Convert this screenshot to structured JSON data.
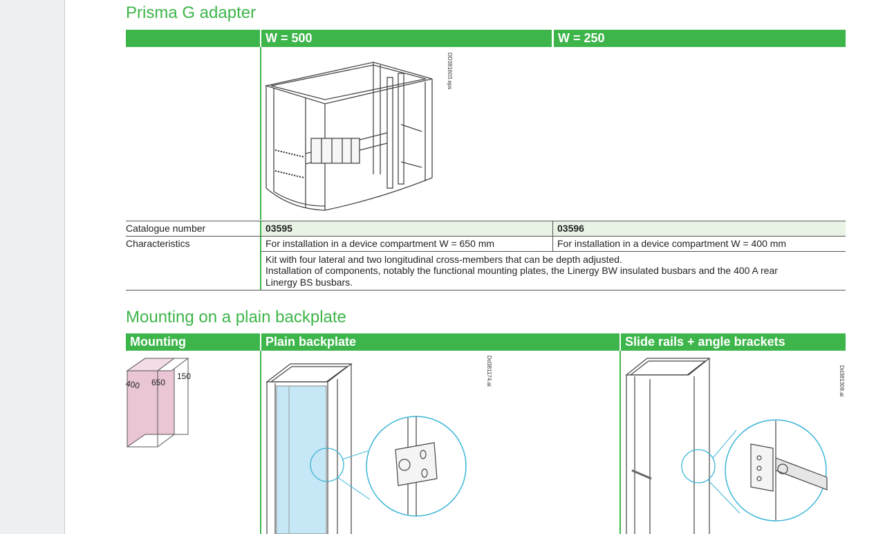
{
  "section1": {
    "title": "Prisma G adapter",
    "col_w500": "W = 500",
    "col_w250": "W = 250",
    "figure_ref": "DD381603.eps",
    "row_catalogue_label": "Catalogue number",
    "cat_w500": "03595",
    "cat_w250": "03596",
    "row_char_label": "Characteristics",
    "char_w500": "For installation in a device compartment W = 650 mm",
    "char_w250": "For installation in a device compartment W = 400 mm",
    "desc_line1": "Kit with four lateral and two longitudinal cross-members that can be depth adjusted.",
    "desc_line2": "Installation of components, notably the functional mounting plates, the Linergy BW insulated busbars and the 400 A rear",
    "desc_line3": "Linergy BS busbars."
  },
  "section2": {
    "title": "Mounting on a plain backplate",
    "col_mounting": "Mounting",
    "col_plain": "Plain backplate",
    "col_slide": "Slide rails + angle brackets",
    "dim_400": "400",
    "dim_650": "650",
    "dim_150": "150",
    "fig_ref_plain": "Dd381174.ai",
    "fig_ref_slide": "Dd381309.ai"
  },
  "colors": {
    "accent": "#3db54a",
    "box_pink": "#e9c5d6",
    "panel_blue": "#c6e7f5",
    "zoom_circle": "#3ab5d8"
  }
}
